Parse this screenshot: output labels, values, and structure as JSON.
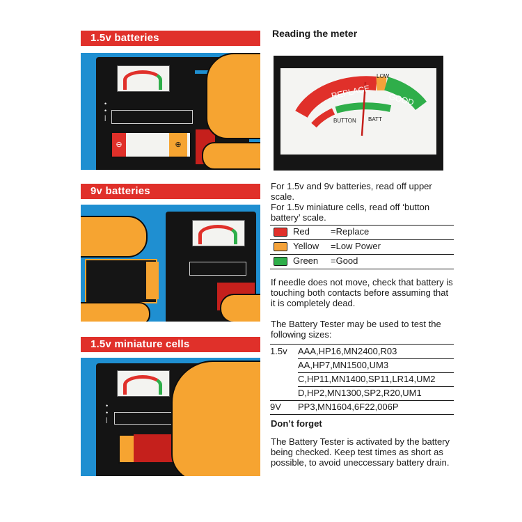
{
  "sections": [
    {
      "title": "1.5v batteries"
    },
    {
      "title": "9v batteries"
    },
    {
      "title": "1.5v miniature cells"
    }
  ],
  "battery_terminals": {
    "minus": "⊖",
    "plus": "⊕"
  },
  "meter": {
    "heading": "Reading the meter",
    "low_label": "LOW",
    "replace_label": "REPLACE",
    "good_label": "GOOD",
    "button_label": "BUTTON",
    "batt_label": "BATT"
  },
  "instructions": {
    "line1": "For 1.5v and 9v batteries, read off upper scale.",
    "line2": "For 1.5v miniature cells, read off ‘button battery’ scale."
  },
  "legend": [
    {
      "color_name": "Red",
      "meaning": "=Replace",
      "color": "#e0302a"
    },
    {
      "color_name": "Yellow",
      "meaning": "=Low Power",
      "color": "#f4a23a"
    },
    {
      "color_name": "Green",
      "meaning": "=Good",
      "color": "#2fae4a"
    }
  ],
  "needle_note": "If needle does not move, check that battery is touching both contacts before assuming that it is completely dead.",
  "sizes_intro": "The Battery Tester may be used to test the following sizes:",
  "sizes": [
    {
      "voltage": "1.5v",
      "types": "AAA,HP16,MN2400,R03"
    },
    {
      "voltage": "",
      "types": "AA,HP7,MN1500,UM3"
    },
    {
      "voltage": "",
      "types": "C,HP11,MN1400,SP11,LR14,UM2"
    },
    {
      "voltage": "",
      "types": "D,HP2,MN1300,SP2,R20,UM1"
    },
    {
      "voltage": "9V",
      "types": "PP3,MN1604,6F22,006P"
    }
  ],
  "dont_forget": {
    "heading": "Don’t forget",
    "text": "The Battery Tester is activated by the battery being checked. Keep test times as short as possible, to avoid uneccessary battery drain."
  }
}
